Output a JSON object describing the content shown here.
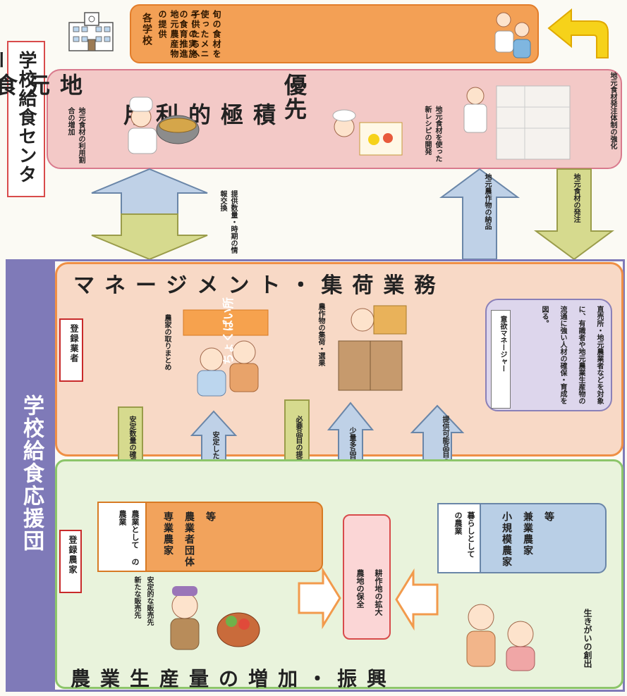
{
  "center": {
    "label": "学校給食センター",
    "title_lines": [
      "地元食材の",
      "積極的利用"
    ],
    "wide_label": "優先",
    "note_usage_rate": "地元食材の利用割合の増加",
    "note_new_recipe": "地元食材を使った新レシピの開発",
    "note_order_system": "地元食材発注体制の強化"
  },
  "schools": {
    "title": "各学校",
    "items": [
      "地元農産物の提供",
      "子供たちへの食育推進",
      "旬の食材を使ったメニューの実施"
    ]
  },
  "support_group": {
    "label": "学校給食応援団"
  },
  "management": {
    "title": "マネージメント・集荷業務",
    "badge": "登録業者",
    "chokubai_sign": "ちょくばい所",
    "note_farmers": "農家の取りまとめ",
    "note_collection": "農作物の集荷・選果",
    "manager_title": "意欲マネージャー",
    "manager_desc": "直売所・地元農業者などを対象に、有識者や地元農業生産物の流通に強い人材の確保・育成を図る。"
  },
  "arrows_center": {
    "exchange": "提供数量・時期の情報交換",
    "delivery": "地元農作物の納品",
    "order": "地元食材の発注"
  },
  "arrows_mid": {
    "stable_qty": "安定数量の確保",
    "stable_supply": "安定した作物提供",
    "required_items": "必要品目の提示",
    "many_items": "少量多品目の提供",
    "info_items": "提供可能品目の情報提供"
  },
  "farmers": {
    "badge": "登録農家",
    "professional_title": "農業として の農業",
    "professional_items": [
      "専業農家",
      "農業者団体",
      "等"
    ],
    "lifestyle_title": "暮らしとして の農業",
    "lifestyle_items": [
      "小規模農家",
      "兼業農家",
      "等"
    ],
    "center_box": [
      "農地の保全",
      "耕作地の拡大"
    ],
    "note_sales": "安定的な販売先 新たな販売先",
    "note_purpose": "生きがいの創出",
    "title": "農業生産量の増加・振興"
  },
  "colors": {
    "pink": "#f3c9c7",
    "salmon": "#f8d9c6",
    "green": "#e9f3dc",
    "orange": "#f2a35c",
    "blue": "#b9cfe6",
    "purple": "#7f7ab8",
    "lavender": "#ddd6ec",
    "yellow": "#f6d21a"
  }
}
